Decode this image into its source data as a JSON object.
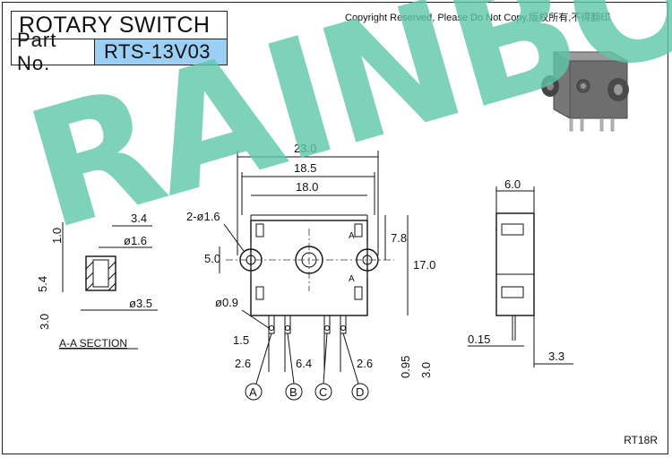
{
  "title": "ROTARY SWITCH",
  "part_label": "Part No.",
  "part_number": "RTS-13V03",
  "copyright": "Copyright Reserved, Please Do Not Copy.版权所有,不得翻印",
  "drawing_code": "RT18R",
  "watermark": "RAINBOW",
  "section_title": "A-A SECTION",
  "section_marker": "A",
  "dimensions": {
    "overall_width": "23.0",
    "body_width": "18.5",
    "mount_width": "18.0",
    "holes": "2-ø1.6",
    "hole_pitch_v": "5.0",
    "upper_height": "7.8",
    "total_height": "17.0",
    "pin_dia": "ø0.9",
    "pin_left_offset": "1.5",
    "pin_pitch_a": "2.6",
    "pin_pitch_mid": "6.4",
    "pin_pitch_b": "2.6",
    "pin_length": "0.95",
    "pin_total": "3.0",
    "side_depth": "6.0",
    "side_offset": "0.15",
    "side_pin": "3.3",
    "sec_width": "3.4",
    "sec_top": "1.0",
    "sec_hole": "ø1.6",
    "sec_height": "5.4",
    "sec_bottom": "3.0",
    "sec_outer": "ø3.5"
  },
  "terminals": [
    "A",
    "B",
    "C",
    "D"
  ],
  "colors": {
    "watermark": "#5dc7a8",
    "part_number_bg": "#9ccff4"
  }
}
